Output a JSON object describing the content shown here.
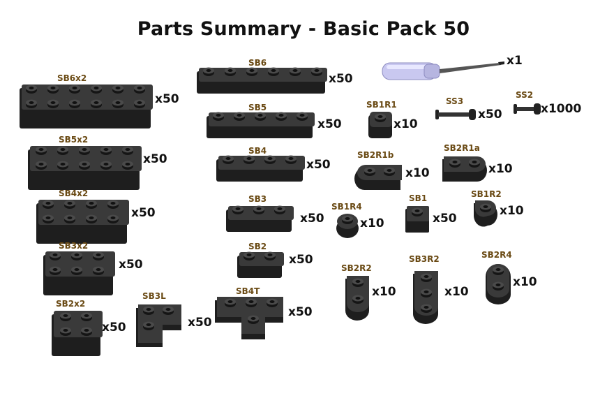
{
  "title": "Parts Summary - Basic Pack 50",
  "colors": {
    "brick": "#2a2a2a",
    "label": "#6a4a14",
    "tool_handle": "#c9c8f0"
  },
  "parts": [
    {
      "label": "SB6x2",
      "qty": "x50"
    },
    {
      "label": "SB5x2",
      "qty": "x50"
    },
    {
      "label": "SB4x2",
      "qty": "x50"
    },
    {
      "label": "SB3x2",
      "qty": "x50"
    },
    {
      "label": "SB2x2",
      "qty": "x50"
    },
    {
      "label": "SB3L",
      "qty": "x50"
    },
    {
      "label": "SB6",
      "qty": "x50"
    },
    {
      "label": "SB5",
      "qty": "x50"
    },
    {
      "label": "SB4",
      "qty": "x50"
    },
    {
      "label": "SB3",
      "qty": "x50"
    },
    {
      "label": "SB2",
      "qty": "x50"
    },
    {
      "label": "SB4T",
      "qty": "x50"
    },
    {
      "label": "SB1R1",
      "qty": "x10"
    },
    {
      "label": "SB2R1b",
      "qty": "x10"
    },
    {
      "label": "SB2R1a",
      "qty": "x10"
    },
    {
      "label": "SB1R4",
      "qty": "x10"
    },
    {
      "label": "SB1",
      "qty": "x50"
    },
    {
      "label": "SB1R2",
      "qty": "x10"
    },
    {
      "label": "SB2R2",
      "qty": "x10"
    },
    {
      "label": "SB3R2",
      "qty": "x10"
    },
    {
      "label": "SB2R4",
      "qty": "x10"
    },
    {
      "label": "SS3",
      "qty": "x50"
    },
    {
      "label": "SS2",
      "qty": "x1000"
    }
  ],
  "tool": {
    "qty": "x1",
    "icon": "screwdriver-icon"
  }
}
